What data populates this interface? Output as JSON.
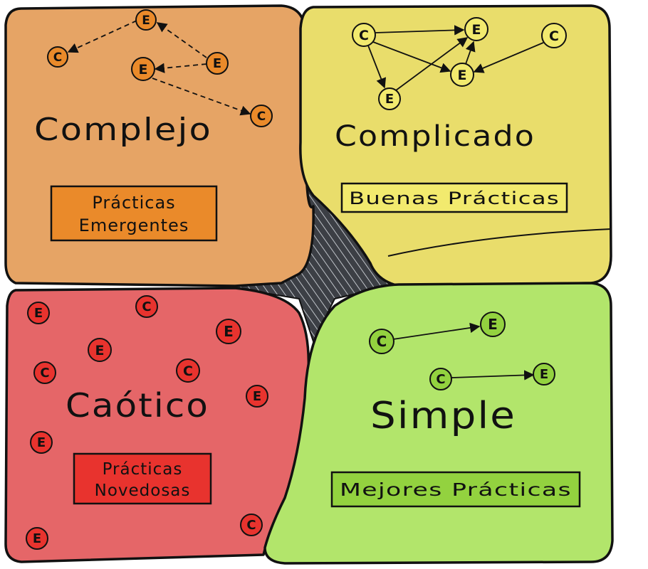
{
  "colors": {
    "complejo": "#e6a465",
    "complicado": "#e9dd6b",
    "caotico": "#e56668",
    "simple": "#b2e56b",
    "hatch_bg": "#3c3f45",
    "complejo_label": "#ea8a2a",
    "complicado_label": "#f2ea6e",
    "caotico_label": "#e8332e",
    "simple_label": "#93d23f"
  },
  "quadrants": {
    "complejo": {
      "title": "Complejo",
      "label_lines": [
        "Prácticas",
        "Emergentes"
      ]
    },
    "complicado": {
      "title": "Complicado",
      "label_lines": [
        "Buenas Prácticas"
      ]
    },
    "caotico": {
      "title": "Caótico",
      "label_lines": [
        "Prácticas",
        "Novedosas"
      ]
    },
    "simple": {
      "title": "Simple",
      "label_lines": [
        "Mejores Prácticas"
      ]
    }
  },
  "node_letters": {
    "cause": "C",
    "effect": "E"
  }
}
